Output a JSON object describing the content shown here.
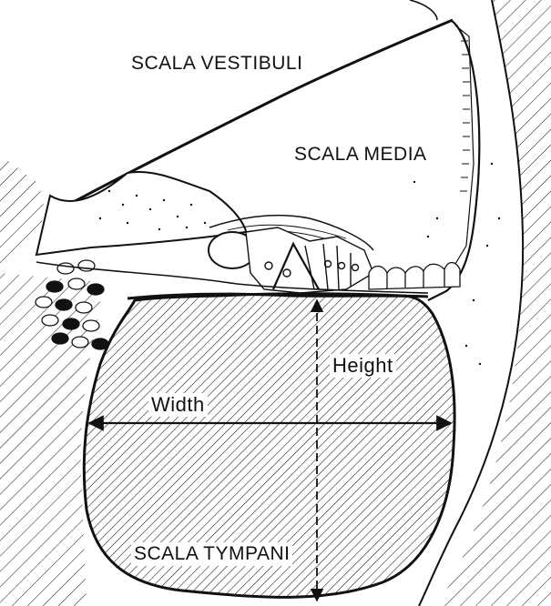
{
  "labels": {
    "scala_vestibuli": "SCALA VESTIBULI",
    "scala_media": "SCALA MEDIA",
    "scala_tympani": "SCALA TYMPANI",
    "height": "Height",
    "width": "Width"
  },
  "colors": {
    "ink": "#111111",
    "paper": "#ffffff"
  }
}
